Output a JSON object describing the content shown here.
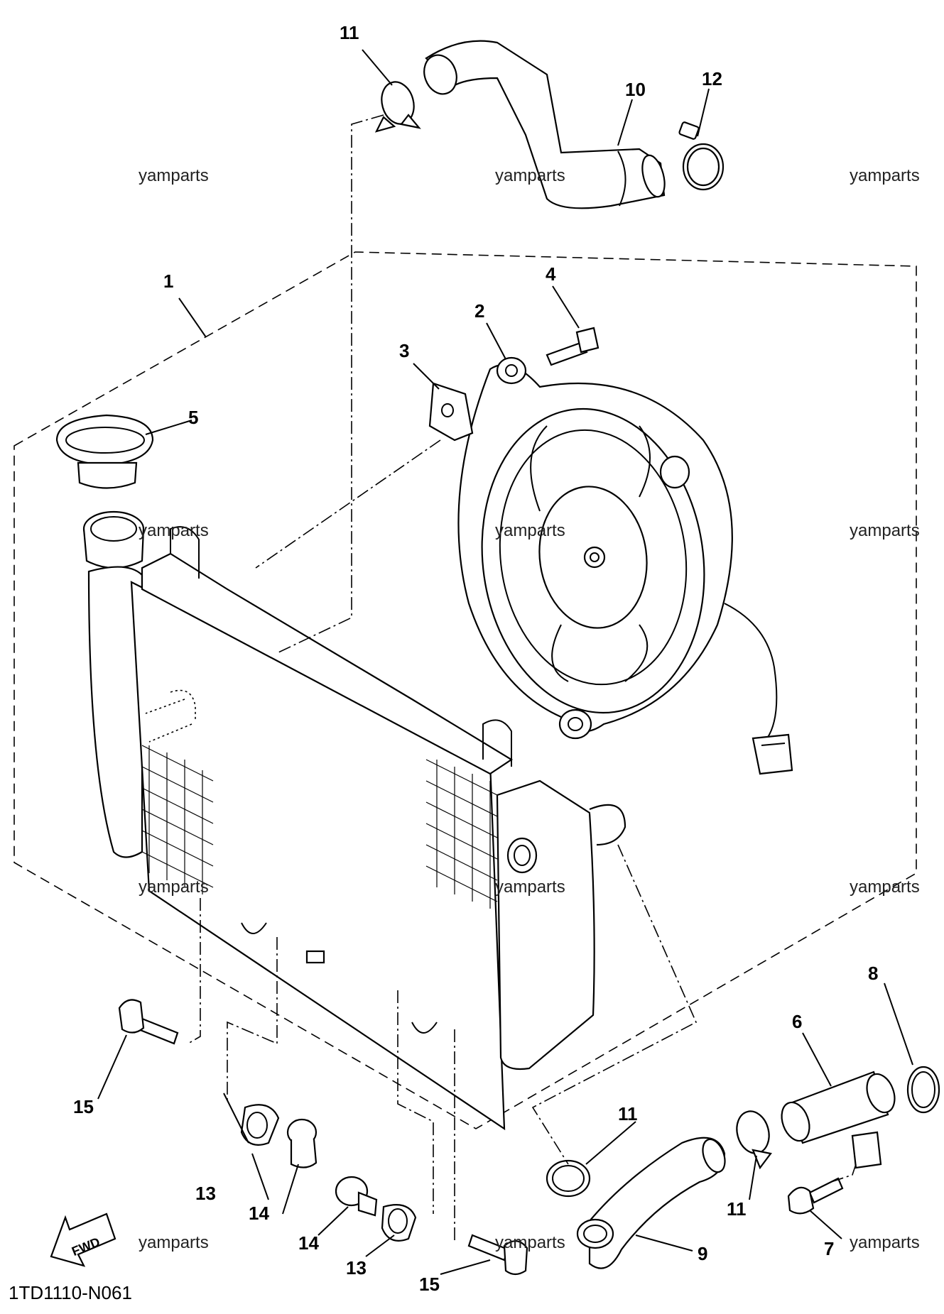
{
  "diagram": {
    "code": "1TD1110-N061",
    "watermark": "yamparts",
    "fwd_label": "FWD",
    "callouts": {
      "c1": "1",
      "c2": "2",
      "c3": "3",
      "c4": "4",
      "c5": "5",
      "c6": "6",
      "c7": "7",
      "c8": "8",
      "c9": "9",
      "c10": "10",
      "c11a": "11",
      "c11b": "11",
      "c11c": "11",
      "c12": "12",
      "c13a": "13",
      "c13b": "13",
      "c14a": "14",
      "c14b": "14",
      "c15a": "15",
      "c15b": "15"
    }
  }
}
